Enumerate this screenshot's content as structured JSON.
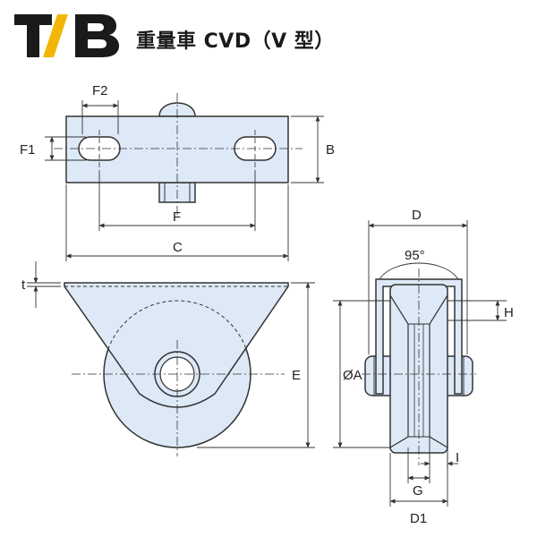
{
  "header": {
    "logo_text": "T/B",
    "title": "重量車 CVD（V 型）"
  },
  "colors": {
    "part_fill": "#dde9f6",
    "outline": "#333333",
    "accent_slash": "#f2b705"
  },
  "dimensions": {
    "f2": "F2",
    "f1": "F1",
    "b": "B",
    "f": "F",
    "c": "C",
    "t": "t",
    "e": "E",
    "d": "D",
    "angle": "95°",
    "h": "H",
    "oa": "ØA",
    "i": "I",
    "g": "G",
    "d1": "D1"
  }
}
